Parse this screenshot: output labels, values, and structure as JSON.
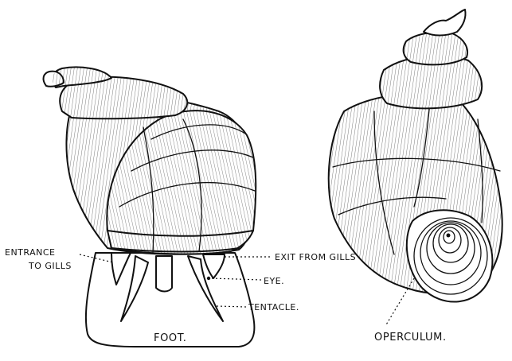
{
  "labels": {
    "exit_from_gills": "EXIT FROM GILLS",
    "entrance_line1": "ENTRANCE",
    "entrance_line2": "TO GILLS",
    "eye": "EYE.",
    "tentacle": "TENTACLE.",
    "foot": "FOOT.",
    "operculum": "OPERCULUM."
  }
}
